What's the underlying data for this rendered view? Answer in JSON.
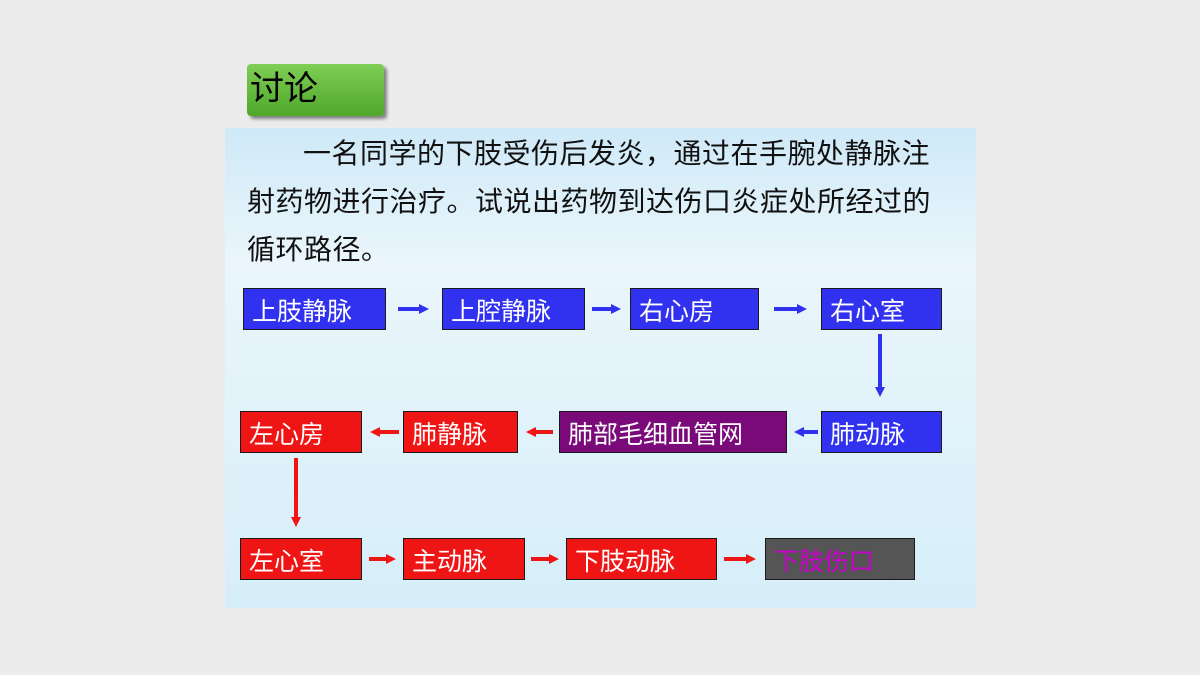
{
  "badge": "讨论",
  "question": "一名同学的下肢受伤后发炎，通过在手腕处静脉注射药物进行治疗。试说出药物到达伤口炎症处所经过的循环路径。",
  "nodes": {
    "upper_limb_vein": "上肢静脉",
    "superior_vena_cava": "上腔静脉",
    "right_atrium": "右心房",
    "right_ventricle": "右心室",
    "pulmonary_artery": "肺动脉",
    "pulmonary_capillaries": "肺部毛细血管网",
    "pulmonary_vein": "肺静脉",
    "left_atrium": "左心房",
    "left_ventricle": "左心室",
    "aorta": "主动脉",
    "lower_limb_artery": "下肢动脉",
    "lower_limb_wound": "下肢伤口"
  },
  "colors": {
    "venous": "#3131f0",
    "arterial": "#f01515",
    "capillary": "#7a0a7a",
    "wound": "#555555",
    "wound_text": "#cc00cc"
  }
}
